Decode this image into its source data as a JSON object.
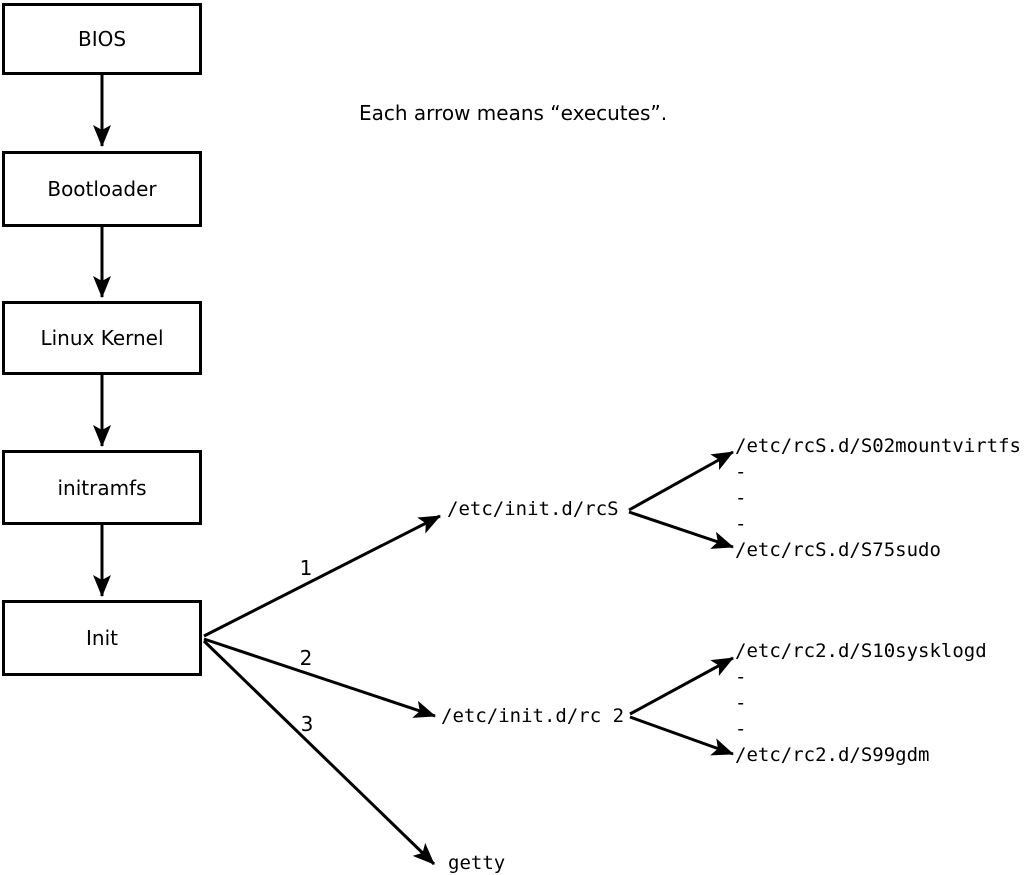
{
  "note": "Each arrow means “executes”.",
  "colors": {
    "ink": "#000000",
    "background": "#ffffff"
  },
  "boot_chain": {
    "boxes": [
      {
        "label": "BIOS"
      },
      {
        "label": "Bootloader"
      },
      {
        "label": "Linux Kernel"
      },
      {
        "label": "initramfs"
      },
      {
        "label": "Init"
      }
    ]
  },
  "init_fan": {
    "edge_labels": [
      "1",
      "2",
      "3"
    ],
    "rcs": {
      "script": "/etc/init.d/rcS",
      "children": [
        "/etc/rcS.d/S02mountvirtfs",
        "-",
        "-",
        "-",
        "/etc/rcS.d/S75sudo"
      ]
    },
    "rc2": {
      "script": "/etc/init.d/rc 2",
      "children": [
        "/etc/rc2.d/S10sysklogd",
        "-",
        "-",
        "-",
        "/etc/rc2.d/S99gdm"
      ]
    },
    "getty": "getty"
  }
}
